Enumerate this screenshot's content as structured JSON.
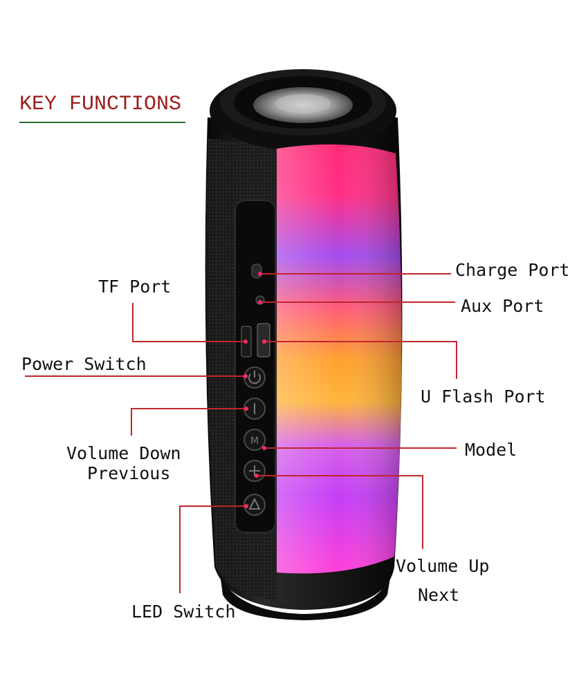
{
  "title": {
    "text": "KEY FUNCTIONS",
    "color": "#9c1c1c",
    "underline_color": "#2d6b2d"
  },
  "callouts": {
    "charge_port": "Charge Port",
    "aux_port": "Aux Port",
    "tf_port": "TF Port",
    "power_switch": "Power Switch",
    "u_flash_port": "U Flash Port",
    "model": "Model",
    "volume_down": "Volume Down",
    "previous": "Previous",
    "volume_up": "Volume Up",
    "next": "Next",
    "led_switch": "LED Switch"
  },
  "colors": {
    "leader_line": "#c0262a",
    "speaker_body": "#141414",
    "light_pink": "#ff2f86",
    "light_purple": "#a34bf0",
    "light_orange": "#ffb030"
  },
  "icons": [
    "charge-port-icon",
    "aux-port-icon",
    "tf-slot-icon",
    "usb-port-icon",
    "power-button-icon",
    "volume-down-button-icon",
    "mode-button-icon",
    "volume-up-button-icon",
    "led-button-icon"
  ]
}
